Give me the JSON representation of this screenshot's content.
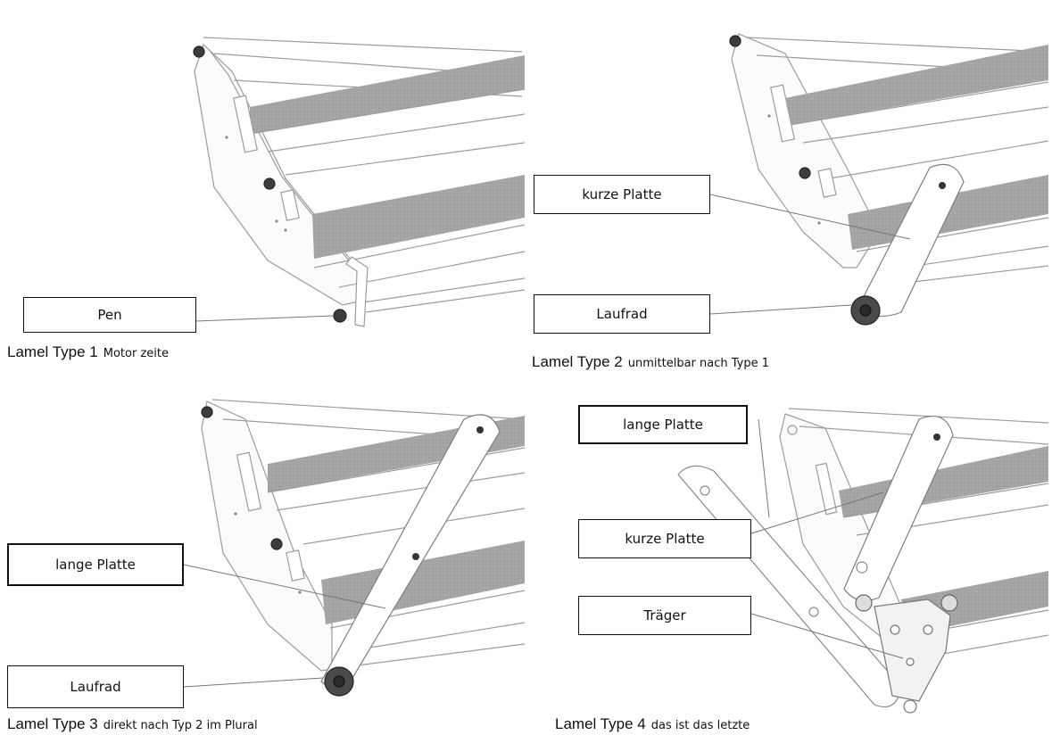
{
  "panels": [
    {
      "caption_main": "Lamel Type 1",
      "caption_sub": "Motor zeite",
      "labels": [
        "Pen"
      ]
    },
    {
      "caption_main": "Lamel Type 2",
      "caption_sub": "unmittelbar nach Type 1",
      "labels": [
        "kurze Platte",
        "Laufrad"
      ]
    },
    {
      "caption_main": "Lamel Type 3",
      "caption_sub": "direkt nach Typ 2 im Plural",
      "labels": [
        "lange Platte",
        "Laufrad"
      ]
    },
    {
      "caption_main": "Lamel Type 4",
      "caption_sub": "das ist das letzte",
      "labels": [
        "lange Platte",
        "kurze Platte",
        "Träger"
      ]
    }
  ],
  "colors": {
    "stripe": "#a9a9a9",
    "outline": "#9c9c9c",
    "roller": "#444444",
    "label_border": "#111111"
  }
}
